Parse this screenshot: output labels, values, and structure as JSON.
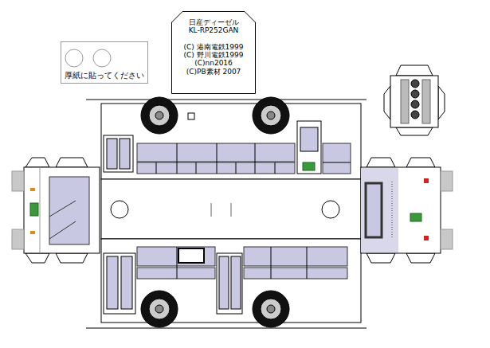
{
  "diagram": {
    "nodes": [
      {
        "text": [
          "厚紙に貼ってください"
        ]
      },
      {
        "text": [
          "日産ディーゼル",
          "KL-RP252GAN",
          "(C) 港南電鉄1999",
          "(C) 野川電鉄1999",
          "(C)nn2016",
          "(C)PB素材 2007"
        ]
      }
    ]
  }
}
